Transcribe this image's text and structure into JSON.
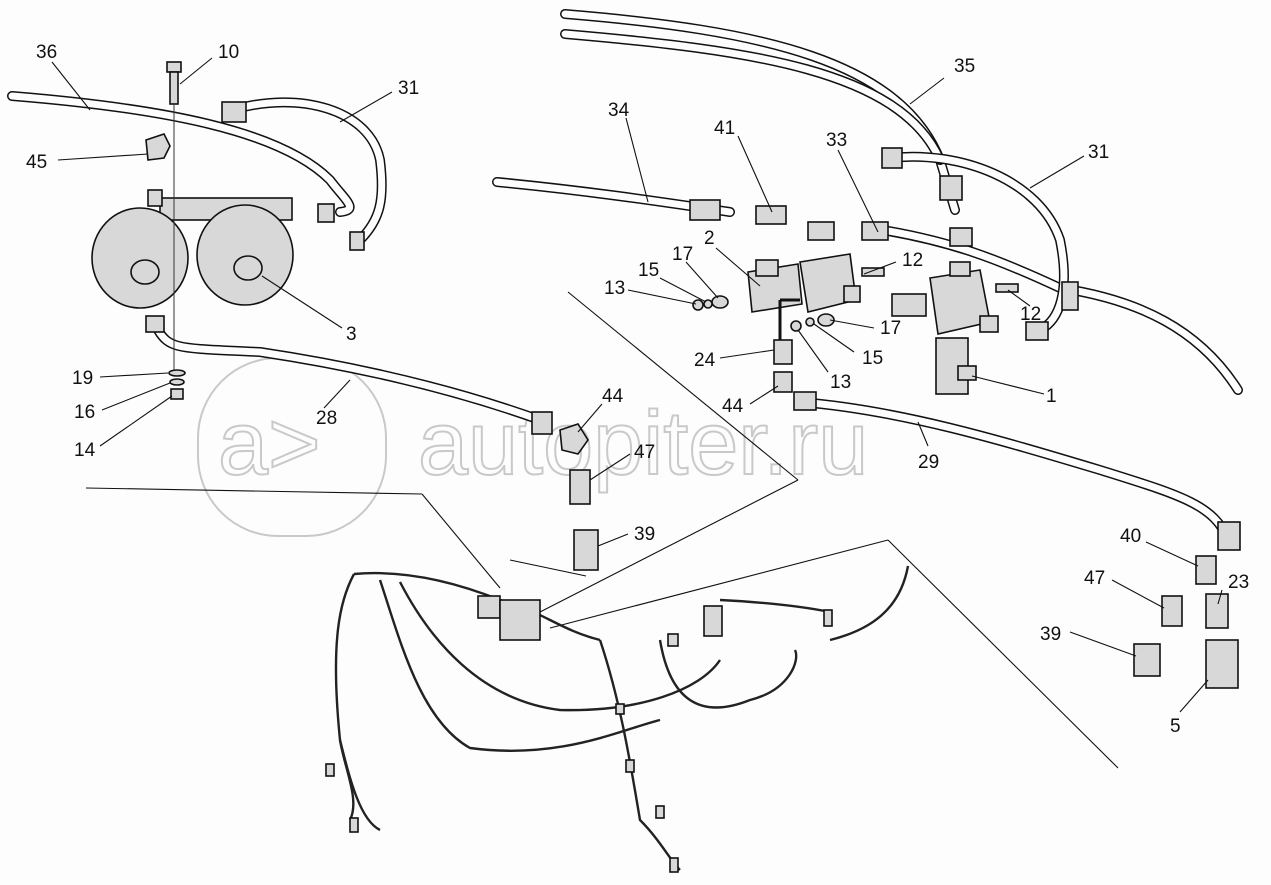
{
  "callouts": {
    "c1": "1",
    "c2": "2",
    "c3": "3",
    "c5": "5",
    "c10": "10",
    "c12a": "12",
    "c12b": "12",
    "c13a": "13",
    "c13b": "13",
    "c14": "14",
    "c15a": "15",
    "c15b": "15",
    "c16": "16",
    "c17a": "17",
    "c17b": "17",
    "c19": "19",
    "c23": "23",
    "c24": "24",
    "c28": "28",
    "c29": "29",
    "c31a": "31",
    "c31b": "31",
    "c33": "33",
    "c34": "34",
    "c35": "35",
    "c36": "36",
    "c39a": "39",
    "c39b": "39",
    "c40": "40",
    "c41": "41",
    "c44a": "44",
    "c44b": "44",
    "c45": "45",
    "c47a": "47",
    "c47b": "47"
  },
  "watermark": {
    "logo": "a>",
    "text": "autopiter.ru"
  }
}
